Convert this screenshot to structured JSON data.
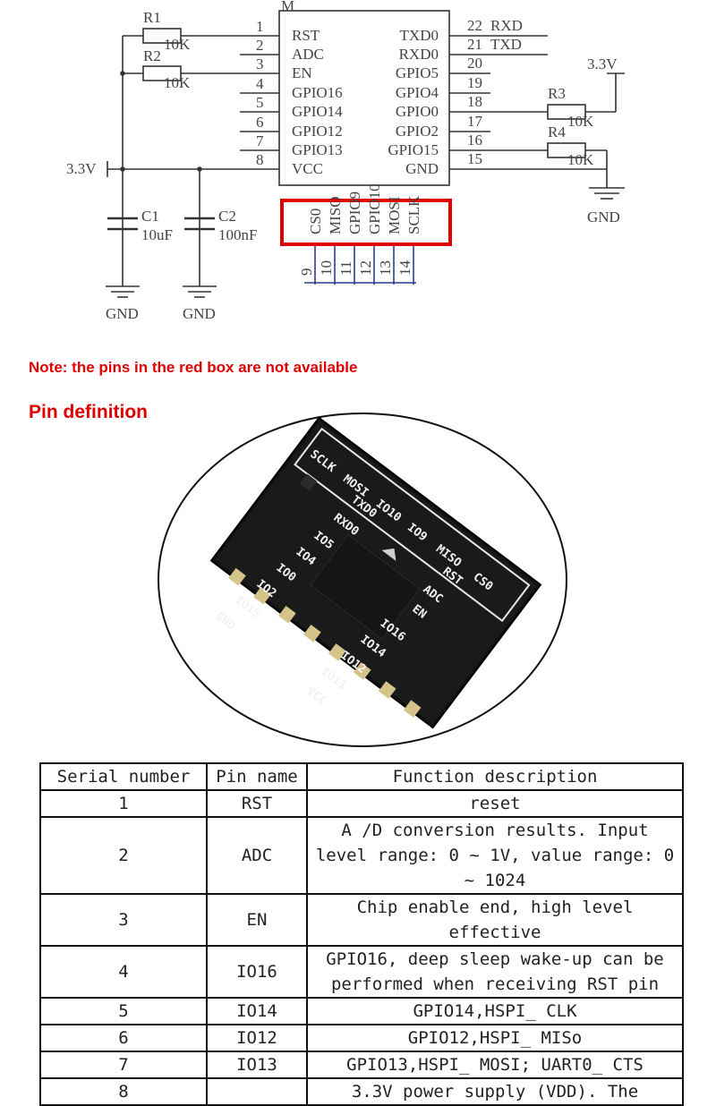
{
  "schematic": {
    "module_label": "M",
    "left_pins": [
      {
        "num": "1",
        "name": "RST"
      },
      {
        "num": "2",
        "name": "ADC"
      },
      {
        "num": "3",
        "name": "EN"
      },
      {
        "num": "4",
        "name": "GPIO16"
      },
      {
        "num": "5",
        "name": "GPIO14"
      },
      {
        "num": "6",
        "name": "GPIO12"
      },
      {
        "num": "7",
        "name": "GPIO13"
      },
      {
        "num": "8",
        "name": "VCC"
      }
    ],
    "right_pins": [
      {
        "num": "22",
        "name": "TXD0",
        "net": "RXD"
      },
      {
        "num": "21",
        "name": "RXD0",
        "net": "TXD"
      },
      {
        "num": "20",
        "name": "GPIO5",
        "net": ""
      },
      {
        "num": "19",
        "name": "GPIO4",
        "net": ""
      },
      {
        "num": "18",
        "name": "GPIO0",
        "net": ""
      },
      {
        "num": "17",
        "name": "GPIO2",
        "net": ""
      },
      {
        "num": "16",
        "name": "GPIO15",
        "net": ""
      },
      {
        "num": "15",
        "name": "GND",
        "net": ""
      }
    ],
    "bottom_pins": [
      {
        "num": "9",
        "name": "CS0"
      },
      {
        "num": "10",
        "name": "MISO"
      },
      {
        "num": "11",
        "name": "GPIO9"
      },
      {
        "num": "12",
        "name": "GPIO10"
      },
      {
        "num": "13",
        "name": "MOSI"
      },
      {
        "num": "14",
        "name": "SCLK"
      }
    ],
    "r1": {
      "ref": "R1",
      "value": "10K"
    },
    "r2": {
      "ref": "R2",
      "value": "10K"
    },
    "r3": {
      "ref": "R3",
      "value": "10K"
    },
    "r4": {
      "ref": "R4",
      "value": "10K"
    },
    "c1": {
      "ref": "C1",
      "value": "10uF"
    },
    "c2": {
      "ref": "C2",
      "value": "100nF"
    },
    "supply_left": "3.3V",
    "supply_right": "3.3V",
    "gnd": "GND",
    "highlight_color": "#e00000"
  },
  "note": {
    "prefix": "Note: the pins in the red box are ",
    "emphasis": "not available"
  },
  "pin_definition_heading": "Pin definition",
  "module_photo": {
    "top_labels": [
      "SCLK",
      "MOSI",
      "IO10",
      "IO9",
      "MISO",
      "CS0"
    ],
    "left_labels": [
      "TXD0",
      "RXD0",
      "IO5",
      "IO4",
      "IO0",
      "IO2",
      "IO15",
      "GND"
    ],
    "right_labels": [
      "RST",
      "ADC",
      "EN",
      "IO16",
      "IO14",
      "IO12",
      "IO13",
      "VCC"
    ]
  },
  "table": {
    "headers": [
      "Serial number",
      "Pin name",
      "Function description"
    ],
    "rows": [
      {
        "num": "1",
        "pin": "RST",
        "desc": "reset"
      },
      {
        "num": "2",
        "pin": "ADC",
        "desc": "A /D conversion results. Input level range: 0 ~ 1V, value range: 0 ~ 1024"
      },
      {
        "num": "3",
        "pin": "EN",
        "desc": "Chip enable end, high level effective"
      },
      {
        "num": "4",
        "pin": "IO16",
        "desc": "GPIO16, deep sleep wake-up can be performed when receiving RST pin"
      },
      {
        "num": "5",
        "pin": "IO14",
        "desc": "GPIO14,HSPI_ CLK"
      },
      {
        "num": "6",
        "pin": "IO12",
        "desc": "GPIO12,HSPI_ MISo"
      },
      {
        "num": "7",
        "pin": "IO13",
        "desc": "GPIO13,HSPI_ MOSI; UART0_ CTS"
      },
      {
        "num": "8",
        "pin": "",
        "desc": "3.3V power supply (VDD). The"
      }
    ]
  }
}
